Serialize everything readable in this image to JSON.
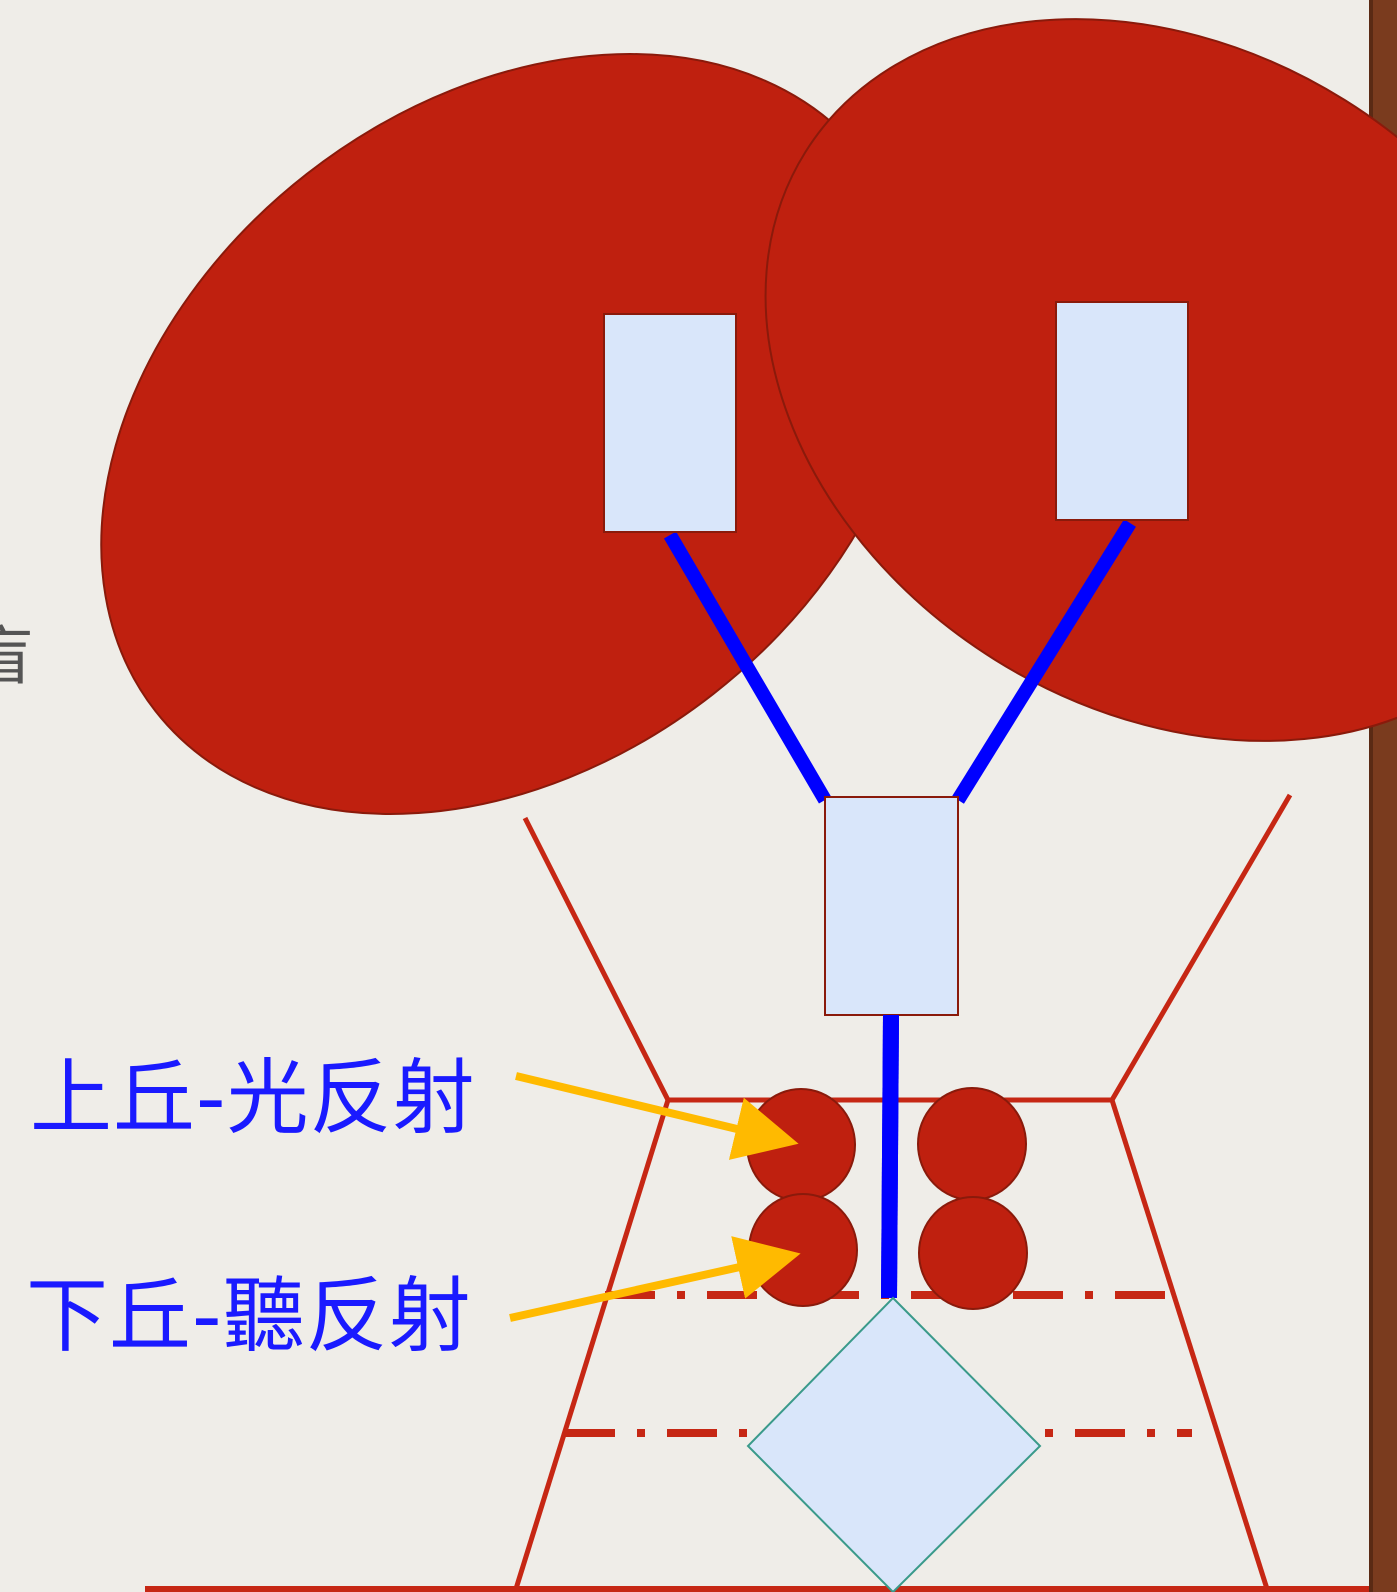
{
  "labels": {
    "superior_colliculus": "上丘-光反射",
    "inferior_colliculus": "下丘-聽反射",
    "cut_off_glyph": "盲"
  },
  "colors": {
    "background": "#efede8",
    "hemisphere_fill": "#bf200f",
    "outline_red": "#c62714",
    "nucleus_box_fill": "#d9e6fa",
    "pathway_blue": "#0000ff",
    "arrow_yellow": "#ffba00",
    "label_blue": "#1a1aff",
    "diamond_stroke": "#3a9a8a",
    "frame_brown": "#7a3b1e"
  },
  "icons": {
    "frame": "wood-frame-edge",
    "pointer": "yellow-arrow"
  }
}
